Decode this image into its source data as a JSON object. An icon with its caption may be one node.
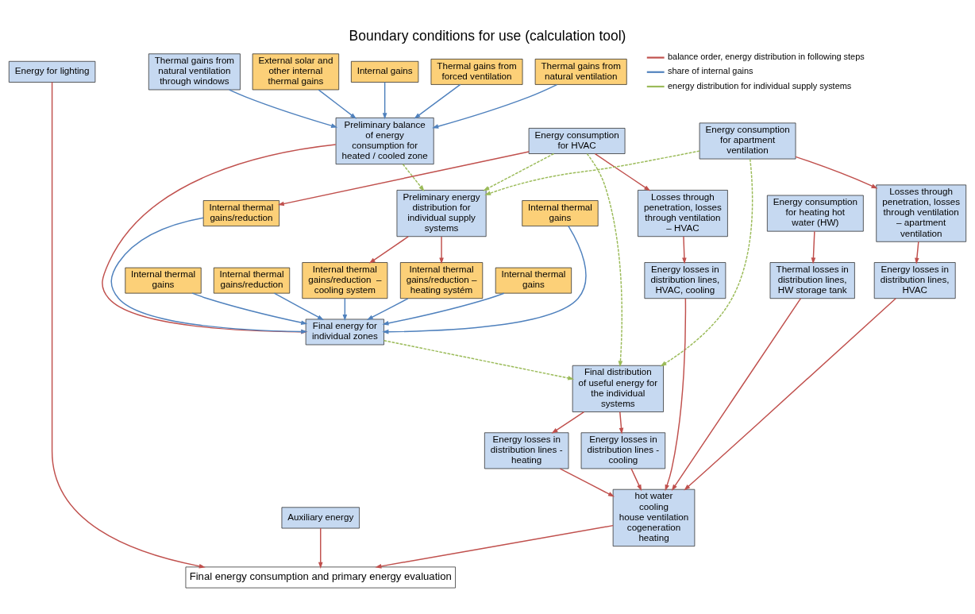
{
  "diagram": {
    "title": "Boundary conditions for use (calculation tool)",
    "nodes": [
      {
        "text": [
          "Energy for lighting"
        ]
      },
      {
        "text": [
          "Internal gains"
        ]
      },
      {
        "text": [
          "Thermal gains from forced ventilation"
        ]
      },
      {
        "text": [
          "Thermal gains from natural ventilation"
        ]
      },
      {
        "text": [
          "Thermal gains from natural ventilation through windows"
        ]
      },
      {
        "text": [
          "External solar and other internal thermal gains"
        ]
      },
      {
        "text": [
          "Preliminary balance of energy consumption for heated / cooled zone"
        ]
      },
      {
        "text": [
          "Preliminary energy distribution for individual supply systems"
        ]
      },
      {
        "text": [
          "Energy consumption for heating hot water (HW)"
        ]
      },
      {
        "text": [
          "Energy consumption for HVAC"
        ]
      },
      {
        "text": [
          "Energy consumption for apartment ventilation"
        ]
      },
      {
        "text": [
          "Losses through penetration, losses through ventilation – HVAC"
        ]
      },
      {
        "text": [
          "Internal thermal gains/reduction"
        ]
      },
      {
        "text": [
          "Losses through penetration, losses through ventilation – apartment ventilation"
        ]
      },
      {
        "text": [
          "Internal thermal gains"
        ]
      },
      {
        "text": [
          "Internal thermal gains/reduction – heating systém"
        ]
      },
      {
        "text": [
          "Internal thermal gains/reduction  – cooling system"
        ]
      },
      {
        "text": [
          "Final energy for individual zones"
        ]
      },
      {
        "text": [
          "Final distribution of useful energy for the individual systems"
        ]
      },
      {
        "text": [
          "Thermal losses in distribution lines, HW storage tank"
        ]
      },
      {
        "text": [
          "Internal thermal gains"
        ]
      },
      {
        "text": [
          "Energy losses in distribution lines, HVAC, cooling"
        ]
      },
      {
        "text": [
          "Internal thermal gains/reduction"
        ]
      },
      {
        "text": [
          "Energy losses in distribution lines, HVAC"
        ]
      },
      {
        "text": [
          "Internal thermal gains"
        ]
      },
      {
        "text": [
          "Energy losses in distribution lines - heating"
        ]
      },
      {
        "text": [
          "Energy losses in distribution lines - cooling"
        ]
      },
      {
        "text": [
          "Auxiliary energy"
        ]
      },
      {
        "text": [
          "hot water",
          "cooling",
          "house ventilation",
          "cogeneration",
          "heating"
        ]
      },
      {
        "text": [
          "Final energy consumption and primary energy evaluation"
        ]
      }
    ],
    "edges": [
      {
        "from": 0,
        "to": 29,
        "arrow": "to"
      },
      {
        "from": 1,
        "to": 6,
        "arrow": "to",
        "color": "#4f81bd"
      },
      {
        "from": 2,
        "to": 6,
        "arrow": "to",
        "color": "#4f81bd"
      },
      {
        "from": 3,
        "to": 6,
        "arrow": "to",
        "color": "#4f81bd"
      },
      {
        "from": 4,
        "to": 6,
        "arrow": "to",
        "color": "#4f81bd"
      },
      {
        "from": 5,
        "to": 6,
        "arrow": "to",
        "color": "#4f81bd"
      },
      {
        "from": 6,
        "to": 7,
        "arrow": "to",
        "style": "dashed",
        "color": "#9bbb59"
      },
      {
        "from": 6,
        "to": 17,
        "arrow": "to"
      },
      {
        "from": 8,
        "to": 19,
        "arrow": "to"
      },
      {
        "from": 9,
        "to": 11,
        "arrow": "to"
      },
      {
        "from": 9,
        "to": 12,
        "arrow": "to"
      },
      {
        "from": 9,
        "to": 7,
        "arrow": "to",
        "style": "dashed",
        "color": "#9bbb59"
      },
      {
        "from": 9,
        "to": 18,
        "arrow": "to",
        "style": "dashed",
        "color": "#9bbb59"
      },
      {
        "from": 10,
        "to": 13,
        "arrow": "to"
      },
      {
        "from": 10,
        "to": 7,
        "arrow": "to",
        "style": "dashed",
        "color": "#9bbb59"
      },
      {
        "from": 10,
        "to": 18,
        "arrow": "to",
        "style": "dashed",
        "color": "#9bbb59"
      },
      {
        "from": 7,
        "to": 15,
        "arrow": "to"
      },
      {
        "from": 7,
        "to": 16,
        "arrow": "to"
      },
      {
        "from": 11,
        "to": 21,
        "arrow": "to"
      },
      {
        "from": 12,
        "to": 17,
        "arrow": "to",
        "color": "#4f81bd"
      },
      {
        "from": 13,
        "to": 23,
        "arrow": "to"
      },
      {
        "from": 14,
        "to": 17,
        "arrow": "to",
        "color": "#4f81bd"
      },
      {
        "from": 15,
        "to": 17,
        "arrow": "to",
        "color": "#4f81bd"
      },
      {
        "from": 16,
        "to": 17,
        "arrow": "to",
        "color": "#4f81bd"
      },
      {
        "from": 17,
        "to": 18,
        "arrow": "to",
        "style": "dashed",
        "color": "#9bbb59"
      },
      {
        "from": 18,
        "to": 25,
        "arrow": "to"
      },
      {
        "from": 18,
        "to": 26,
        "arrow": "to"
      },
      {
        "from": 19,
        "to": 28,
        "arrow": "to"
      },
      {
        "from": 20,
        "to": 17,
        "arrow": "to",
        "color": "#4f81bd"
      },
      {
        "from": 21,
        "to": 28,
        "arrow": "to"
      },
      {
        "from": 22,
        "to": 17,
        "arrow": "to",
        "color": "#4f81bd"
      },
      {
        "from": 23,
        "to": 28,
        "arrow": "to"
      },
      {
        "from": 24,
        "to": 17,
        "arrow": "to",
        "color": "#4f81bd"
      },
      {
        "from": 25,
        "to": 28,
        "arrow": "to"
      },
      {
        "from": 26,
        "to": 28,
        "arrow": "to"
      },
      {
        "from": 27,
        "to": 29,
        "arrow": "to"
      },
      {
        "from": 28,
        "to": 29,
        "arrow": "to"
      }
    ],
    "legend": [
      {
        "text": "balance order, energy distribution in following steps"
      },
      {
        "text": "share of internal gains"
      },
      {
        "text": "energy distribution for individual supply systems"
      }
    ]
  }
}
